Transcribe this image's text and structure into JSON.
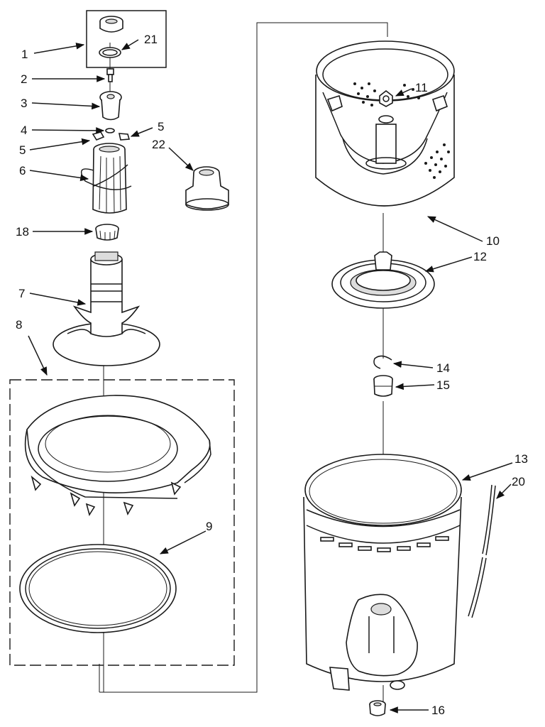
{
  "diagram": {
    "callouts": [
      {
        "id": "1",
        "label": "1"
      },
      {
        "id": "2",
        "label": "2"
      },
      {
        "id": "3",
        "label": "3"
      },
      {
        "id": "4",
        "label": "4"
      },
      {
        "id": "5a",
        "label": "5"
      },
      {
        "id": "5b",
        "label": "5"
      },
      {
        "id": "6",
        "label": "6"
      },
      {
        "id": "7",
        "label": "7"
      },
      {
        "id": "8",
        "label": "8"
      },
      {
        "id": "9",
        "label": "9"
      },
      {
        "id": "10",
        "label": "10"
      },
      {
        "id": "11",
        "label": "11"
      },
      {
        "id": "12",
        "label": "12"
      },
      {
        "id": "13",
        "label": "13"
      },
      {
        "id": "14",
        "label": "14"
      },
      {
        "id": "15",
        "label": "15"
      },
      {
        "id": "16",
        "label": "16"
      },
      {
        "id": "18",
        "label": "18"
      },
      {
        "id": "20",
        "label": "20"
      },
      {
        "id": "21",
        "label": "21"
      },
      {
        "id": "22",
        "label": "22"
      }
    ]
  }
}
